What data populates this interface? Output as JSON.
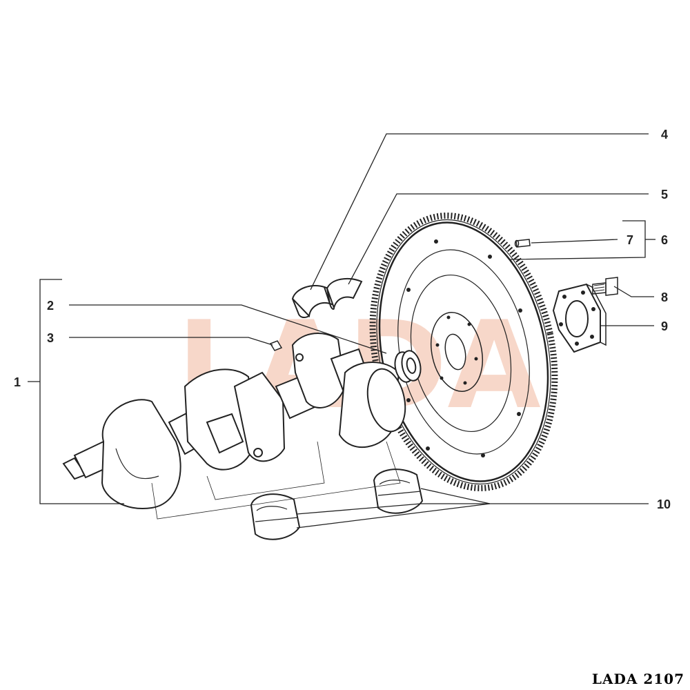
{
  "callouts": {
    "c1": "1",
    "c2": "2",
    "c3": "3",
    "c4": "4",
    "c5": "5",
    "c6": "6",
    "c7": "7",
    "c8": "8",
    "c9": "9",
    "c10": "10"
  },
  "watermark": {
    "text": "LADA",
    "color": "#f3c7b2"
  },
  "footer": {
    "model": "LADA 2107"
  },
  "colors": {
    "line": "#222222",
    "watermark": "#f3c7b2"
  }
}
